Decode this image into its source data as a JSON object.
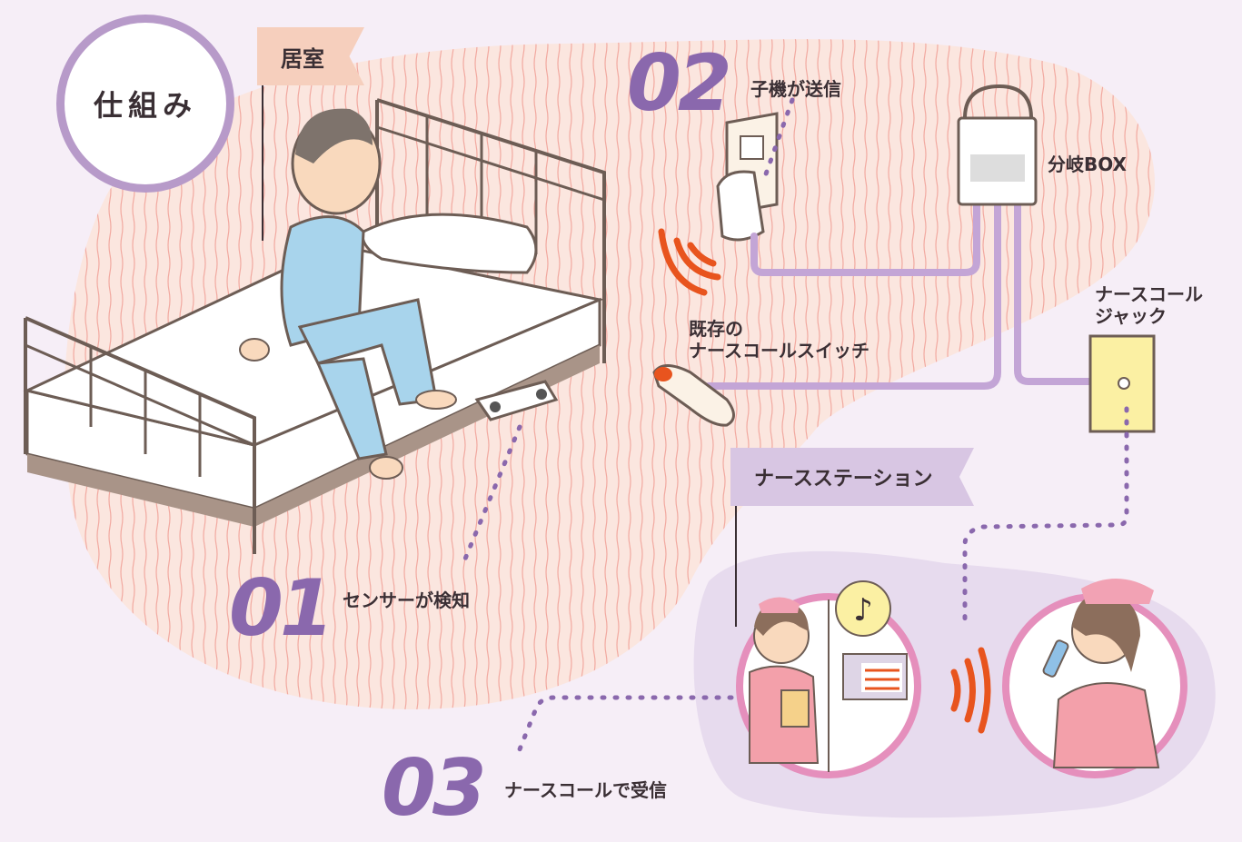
{
  "title": "仕組み",
  "room_tag": "居室",
  "station_tag": "ナースステーション",
  "steps": [
    {
      "number": "01",
      "label": "センサーが検知"
    },
    {
      "number": "02",
      "label": "子機が送信"
    },
    {
      "number": "03",
      "label": "ナースコールで受信"
    }
  ],
  "devices": {
    "branch_box": "分岐BOX",
    "jack_line1": "ナースコール",
    "jack_line2": "ジャック",
    "switch_line1": "既存の",
    "switch_line2": "ナースコールスイッチ"
  },
  "colors": {
    "accent_purple": "#8a68ad",
    "wire_purple": "#c3a5d6",
    "signal_orange": "#e8541e",
    "room_pink": "#fbe3dc",
    "circle_border_pink": "#e58fbc",
    "jack_yellow": "#fbf0a3"
  },
  "icons": [
    "bed-icon",
    "patient-icon",
    "sensor-icon",
    "transmitter-icon",
    "wifi-signal-icon",
    "branch-box-icon",
    "jack-icon",
    "call-switch-icon",
    "nurse-icon",
    "music-note-icon",
    "call-panel-icon",
    "phone-icon"
  ]
}
